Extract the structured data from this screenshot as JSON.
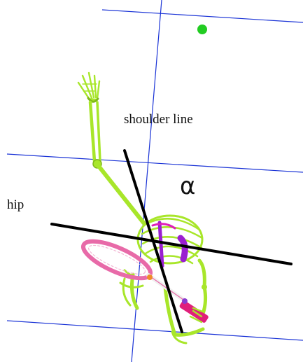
{
  "labels": {
    "shoulder_line": "shoulder line",
    "hip": "hip",
    "angle": "α"
  },
  "colors": {
    "grid": "#1a33d6",
    "skeleton": "#a8e62a",
    "skeleton_dark": "#7fb81a",
    "ribs": "#9a1fd0",
    "pelvis": "#e01fb8",
    "racket": "#e86aa8",
    "handle": "#e01f7a",
    "target": "#22cc22",
    "reference_line": "#000000"
  }
}
